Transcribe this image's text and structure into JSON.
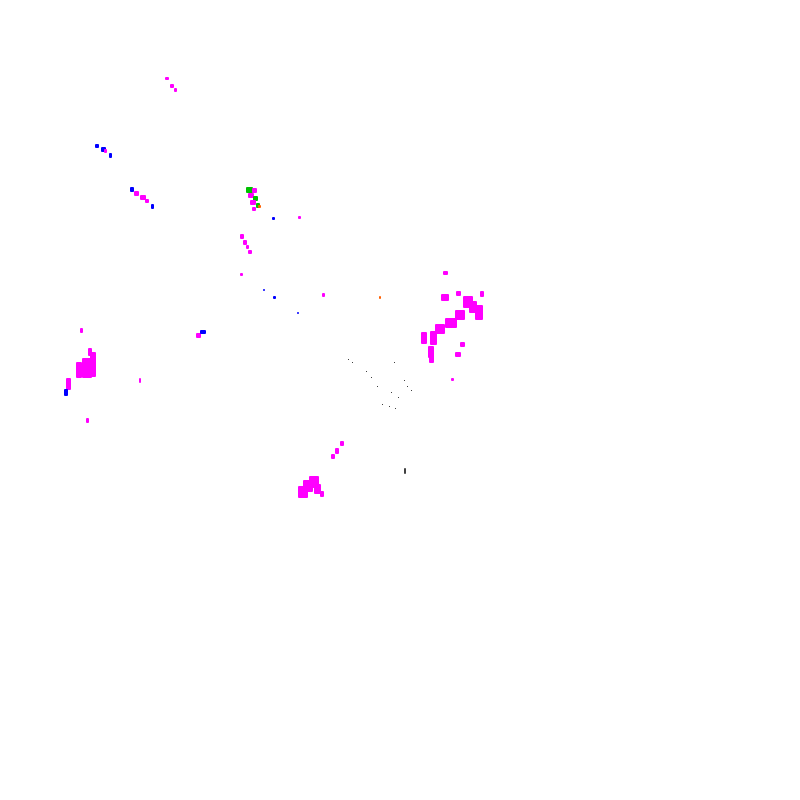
{
  "map": {
    "kind": "weather-radar-reflectivity",
    "background": "#ffffff",
    "palette": {
      "heavy": "#ff00ff",
      "moderate": "#0000ff",
      "light": "#00c000",
      "trace": "#ff6000",
      "sparse": "#404040"
    },
    "echo_categories": [
      "heavy",
      "moderate",
      "light",
      "trace",
      "sparse"
    ]
  }
}
